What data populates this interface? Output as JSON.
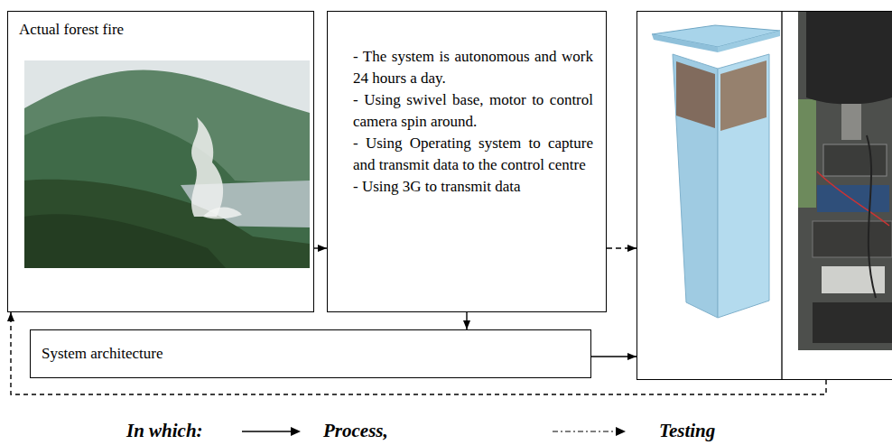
{
  "diagram": {
    "nodes": [
      {
        "text": [
          "Actual forest fire"
        ]
      },
      {
        "text": [
          "- The system is autonomous and work 24 hours a day.",
          "- Using swivel base, motor to control camera spin around.",
          "- Using Operating system to capture and transmit data to the control centre",
          "- Using 3G to transmit data"
        ]
      },
      {
        "text": [
          "System architecture"
        ]
      },
      {
        "text": []
      }
    ],
    "edges": [
      {
        "from": 0,
        "to": 1,
        "arrow": "to"
      },
      {
        "from": 1,
        "to": 3,
        "arrow": "to"
      },
      {
        "from": 1,
        "to": 2,
        "arrow": "to"
      },
      {
        "from": 2,
        "to": 3,
        "arrow": "to"
      },
      {
        "from": 3,
        "to": 0,
        "arrow": "to"
      }
    ],
    "labels": [
      "In which:"
    ],
    "legend": [
      {
        "text": "Process,"
      },
      {
        "text": "Testing"
      }
    ]
  }
}
